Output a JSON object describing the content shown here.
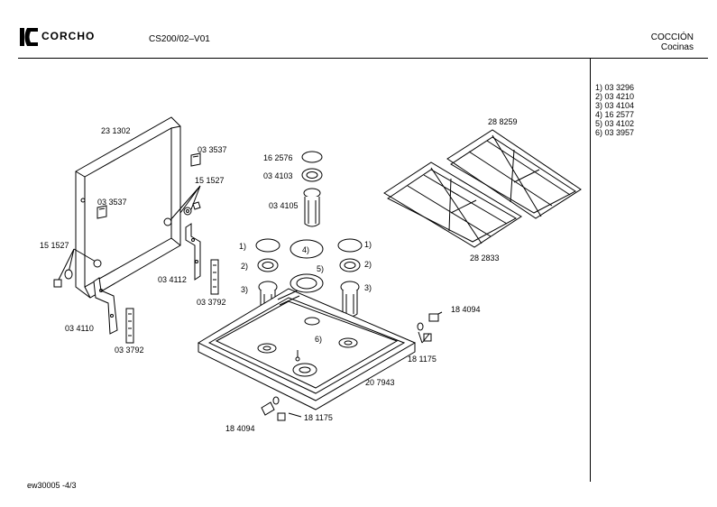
{
  "header": {
    "brand": "CORCHO",
    "model": "CS200/02–V01",
    "category_line1": "COCCIÓN",
    "category_line2": "Cocinas"
  },
  "legend": [
    "1) 03 3296",
    "2) 03 4210",
    "3) 03 4104",
    "4) 16 2577",
    "5) 03 4102",
    "6) 03 3957"
  ],
  "labels": {
    "frame": "23 1302",
    "clip_top": "03 3537",
    "screws_top": "15 1527",
    "clip_left": "03 3537",
    "screws_left": "15 1527",
    "bracket_right": "03 4112",
    "strip_right": "03 3792",
    "bracket_left": "03 4110",
    "strip_left": "03 3792",
    "cap_top": "16 2576",
    "ring_top": "03 4103",
    "injector_top": "03 4105",
    "callout1_left": "1)",
    "callout2_left": "2)",
    "callout3_left": "3)",
    "callout4": "4)",
    "callout5": "5)",
    "callout6": "6)",
    "callout1_right": "1)",
    "callout2_right": "2)",
    "callout3_right": "3)",
    "grid_right": "28 8259",
    "grid_left": "28 2833",
    "screw_right": "18 4094",
    "nut_right": "18 1175",
    "tray": "20 7943",
    "screw_bottom": "18 4094",
    "nut_bottom": "18 1175"
  },
  "footer": {
    "page": "ew30005  -4/3"
  }
}
